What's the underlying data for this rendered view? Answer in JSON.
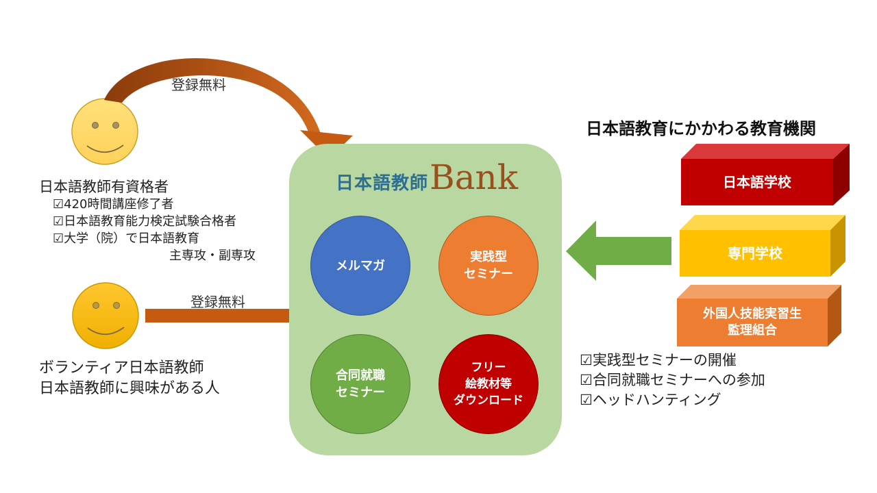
{
  "arrows": {
    "top_label": "登録無料",
    "middle_label": "登録無料"
  },
  "teachers": {
    "title": "日本語教師有資格者",
    "items": [
      "☑420時間講座修了者",
      "☑日本語教育能力検定試験合格者",
      "☑大学（院）で日本語教育",
      "主専攻・副専攻"
    ]
  },
  "volunteers": {
    "line1": "ボランティア日本語教師",
    "line2": "日本語教師に興味がある人"
  },
  "bank": {
    "title_jp": "日本語教師",
    "title_en": "Bank",
    "circles": [
      {
        "label": "メルマガ",
        "color": "#4472c4"
      },
      {
        "label": "実践型\nセミナー",
        "color": "#ed7d31"
      },
      {
        "label": "合同就職\nセミナー",
        "color": "#70ad47"
      },
      {
        "label": "フリー\n絵教材等\nダウンロード",
        "color": "#c00000"
      }
    ]
  },
  "institutions": {
    "heading": "日本語教育にかかわる教育機関",
    "boxes": [
      {
        "label": "日本語学校",
        "color": "#c00000"
      },
      {
        "label": "専門学校",
        "color": "#ffc000"
      },
      {
        "label": "外国人技能実習生\n監理組合",
        "color": "#ed7d31"
      }
    ],
    "services": [
      "☑実践型セミナーの開催",
      "☑合同就職セミナーへの参加",
      "☑ヘッドハンティング"
    ]
  },
  "colors": {
    "panel": "#b9d7a1",
    "face": "#ffd966",
    "arrow": "#c55a11",
    "green_arrow": "#70ad47"
  }
}
